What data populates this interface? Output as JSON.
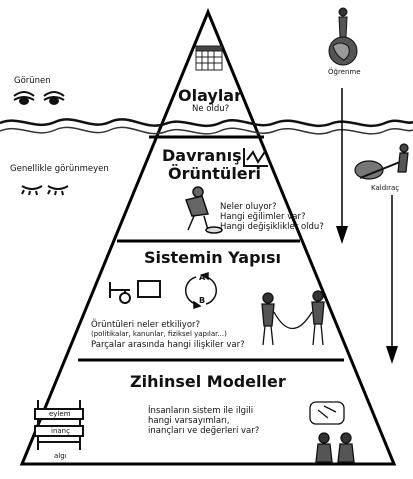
{
  "left_labels": {
    "visible": "Görünen",
    "mostly_invisible": "Genellikle görünmeyen"
  },
  "right_labels": {
    "learning": "Öğrenme",
    "leverage": "Kaldıraç"
  },
  "levels": {
    "events": {
      "title": "Olaylar",
      "question": "Ne oldu?"
    },
    "patterns": {
      "title_line1": "Davranış",
      "title_line2": "Örüntüleri",
      "questions": [
        "Neler oluyor?",
        "Hangi eğilimler var?",
        "Hangi değişiklikler oldu?"
      ]
    },
    "structure": {
      "title": "Sistemin Yapısı",
      "loop_a": "A",
      "loop_b": "B",
      "questions": [
        "Örüntüleri neler etkiliyor?",
        "(politikalar, kanunlar, fiziksel yapılar...)",
        "Parçalar arasında hangi ilişkiler var?"
      ]
    },
    "mental_models": {
      "title": "Zihinsel Modeller",
      "questions": [
        "İnsanların sistem ile ilgili",
        "hangi varsayımları,",
        "inançları ve değerleri var?"
      ],
      "ladder": [
        "eylem",
        "inanç",
        "algı"
      ]
    }
  },
  "icons": [
    "eye-open-icon",
    "eye-closed-icon",
    "calendar-icon",
    "trend-chart-icon",
    "globe-person-icon",
    "lever-person-icon",
    "stock-flow-icon",
    "feedback-loop-icon",
    "ladder-icon"
  ]
}
